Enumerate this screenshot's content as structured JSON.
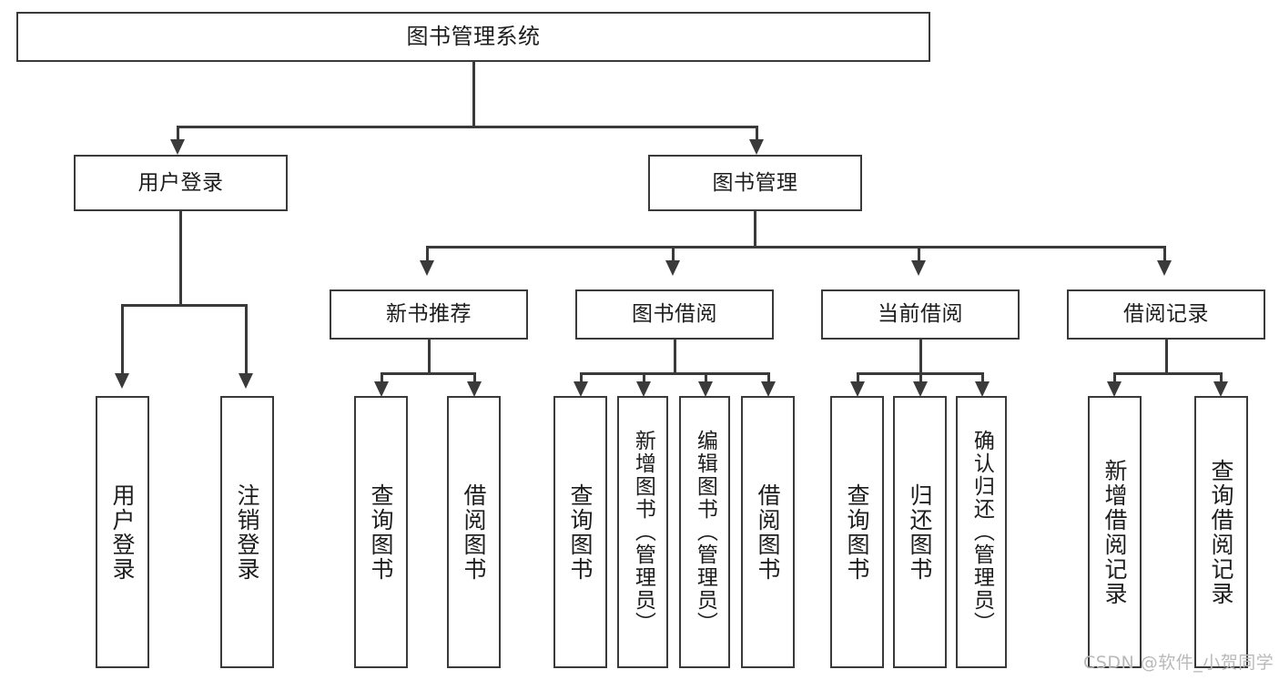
{
  "diagram": {
    "type": "tree-hierarchy",
    "title": "图书管理系统",
    "watermark": "CSDN @软件_小贺同学",
    "colors": {
      "stroke": "#3a3a3a",
      "fill": "#ffffff",
      "text": "#1d1d1d",
      "watermark": "#b9b9b9"
    },
    "levels": [
      {
        "level": 1,
        "nodes": [
          {
            "id": "root",
            "label": "图书管理系统"
          }
        ]
      },
      {
        "level": 2,
        "nodes": [
          {
            "id": "user-login",
            "label": "用户登录",
            "parent": "root"
          },
          {
            "id": "book-manage",
            "label": "图书管理",
            "parent": "root"
          }
        ]
      },
      {
        "level": 3,
        "nodes": [
          {
            "id": "new-book-rec",
            "label": "新书推荐",
            "parent": "book-manage"
          },
          {
            "id": "book-borrow",
            "label": "图书借阅",
            "parent": "book-manage"
          },
          {
            "id": "current-borrow",
            "label": "当前借阅",
            "parent": "book-manage"
          },
          {
            "id": "borrow-record",
            "label": "借阅记录",
            "parent": "book-manage"
          }
        ]
      },
      {
        "level": 4,
        "nodes": [
          {
            "id": "leaf-1",
            "label": "用户登录",
            "parent": "user-login"
          },
          {
            "id": "leaf-2",
            "label": "注销登录",
            "parent": "user-login"
          },
          {
            "id": "leaf-3",
            "label": "查询图书",
            "parent": "new-book-rec"
          },
          {
            "id": "leaf-4",
            "label": "借阅图书",
            "parent": "new-book-rec"
          },
          {
            "id": "leaf-5",
            "label": "查询图书",
            "parent": "book-borrow"
          },
          {
            "id": "leaf-6",
            "label": "新增图书（管理员）",
            "parent": "book-borrow"
          },
          {
            "id": "leaf-7",
            "label": "编辑图书（管理员）",
            "parent": "book-borrow"
          },
          {
            "id": "leaf-8",
            "label": "借阅图书",
            "parent": "book-borrow"
          },
          {
            "id": "leaf-9",
            "label": "查询图书",
            "parent": "current-borrow"
          },
          {
            "id": "leaf-10",
            "label": "归还图书",
            "parent": "current-borrow"
          },
          {
            "id": "leaf-11",
            "label": "确认归还（管理员）",
            "parent": "current-borrow"
          },
          {
            "id": "leaf-12",
            "label": "新增借阅记录",
            "parent": "borrow-record"
          },
          {
            "id": "leaf-13",
            "label": "查询借阅记录",
            "parent": "borrow-record"
          }
        ]
      }
    ]
  }
}
